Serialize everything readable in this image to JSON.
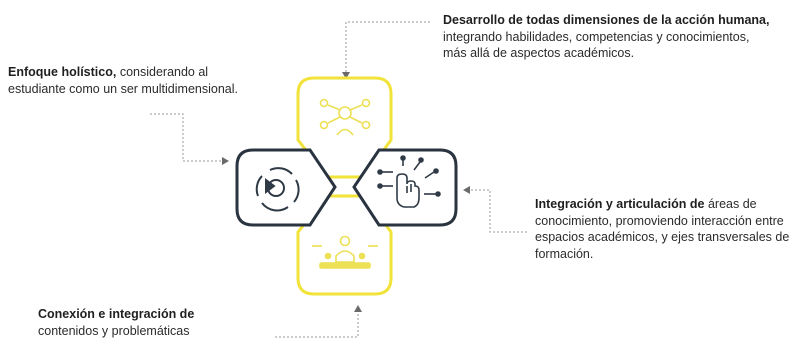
{
  "callouts": {
    "top": {
      "bold": "Desarrollo de todas  dimensiones de la acción humana,",
      "text": " integrando habilidades, competencias y conocimientos, más allá de aspectos académicos."
    },
    "left": {
      "bold": "Enfoque holístico,",
      "text": " considerando al estudiante como un ser multidimensional."
    },
    "right": {
      "bold": "Integración  y articulación de",
      "text": " áreas de conocimiento, promoviendo interacción entre espacios académicos, y  ejes transversales de formación."
    },
    "bottom": {
      "bold": "Conexión e integración de",
      "text": " contenidos  y problemáticas"
    }
  },
  "colors": {
    "yellow_outline": "#f2e33a",
    "dark_outline": "#2a3340",
    "icon_dark": "#2f3a46",
    "icon_yellow": "#ece055"
  },
  "icons": {
    "top": "people-network-icon",
    "left": "circular-cycle-icon",
    "right": "touch-circuit-icon",
    "bottom": "presenter-audience-icon"
  }
}
